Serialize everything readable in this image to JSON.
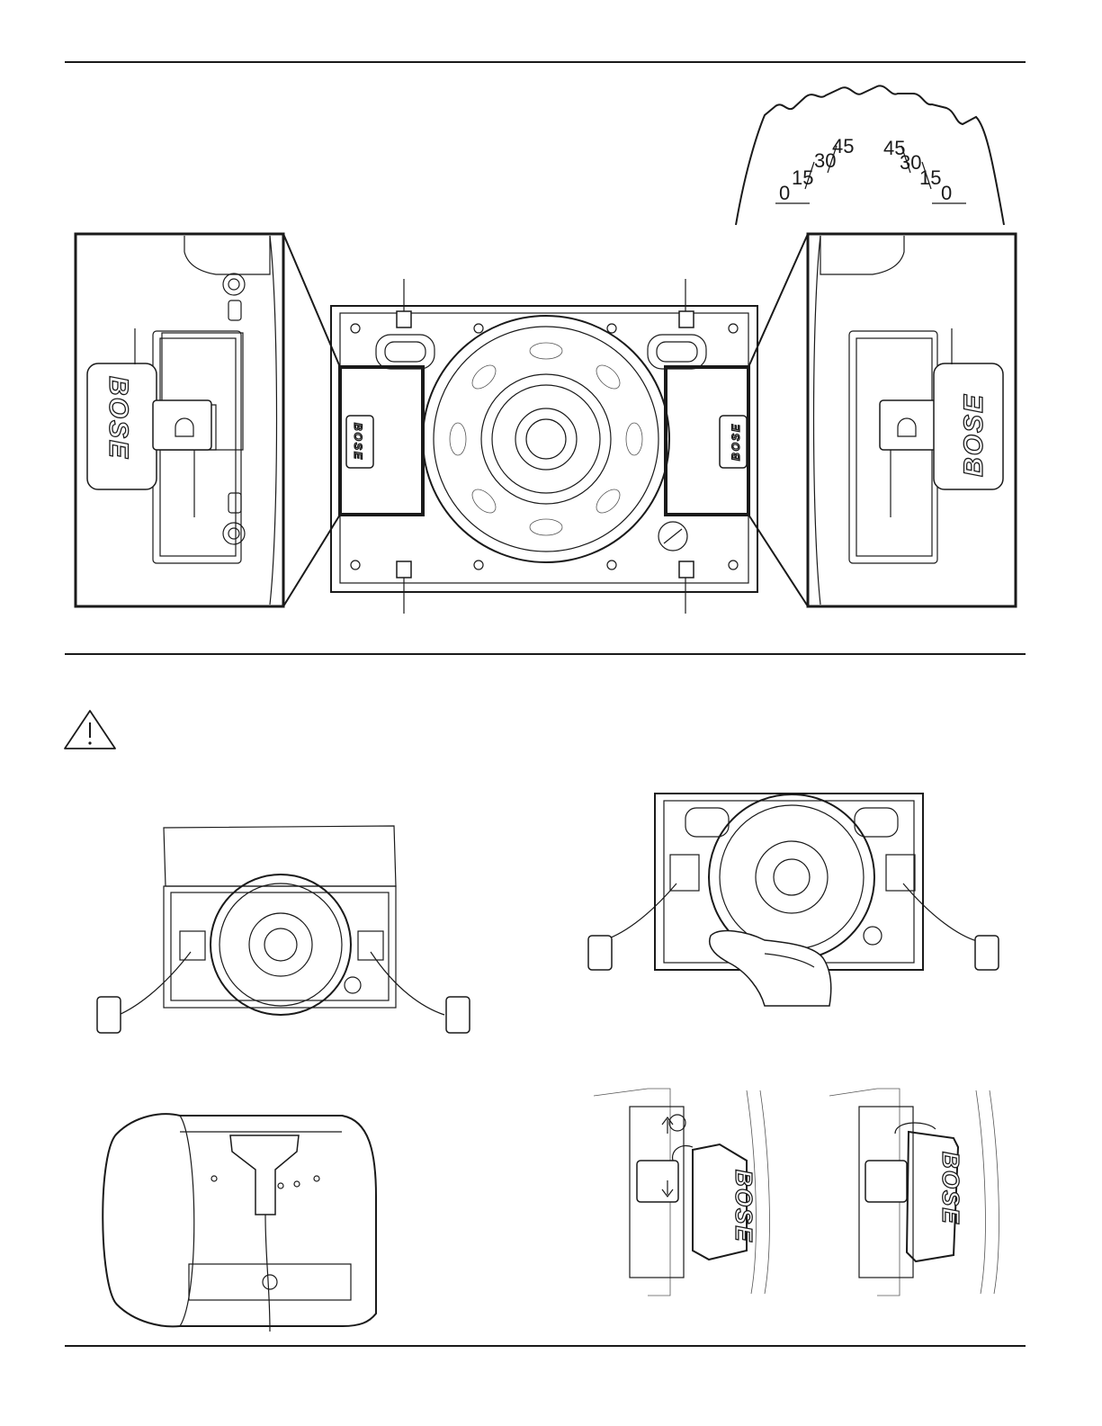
{
  "angle_scale": {
    "left": [
      "0",
      "15",
      "30",
      "45"
    ],
    "right": [
      "45",
      "30",
      "15",
      "0"
    ]
  },
  "brand_logo_text": "BOSE",
  "warning_icon": "warning-triangle-icon",
  "rule_color": "#1a1a1a"
}
